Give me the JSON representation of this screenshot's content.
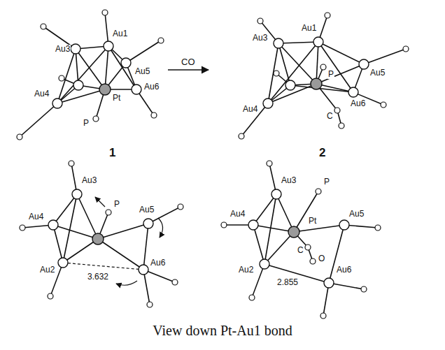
{
  "diagram": {
    "caption": "View down Pt-Au1 bond",
    "labels": [
      "Au3",
      "Au1",
      "Au5",
      "Pt",
      "Au6",
      "Au4",
      "P",
      "CO",
      "Au3",
      "Au1",
      "P",
      "Au5",
      "Au6",
      "Au4",
      "C",
      "1",
      "2",
      "Au3",
      "P",
      "Au4",
      "Au5",
      "Au2",
      "3.632",
      "Au6",
      "Au3",
      "P",
      "Au4",
      "Pt",
      "Au5",
      "Au2",
      "C",
      "O",
      "2.855",
      "Au6"
    ]
  }
}
